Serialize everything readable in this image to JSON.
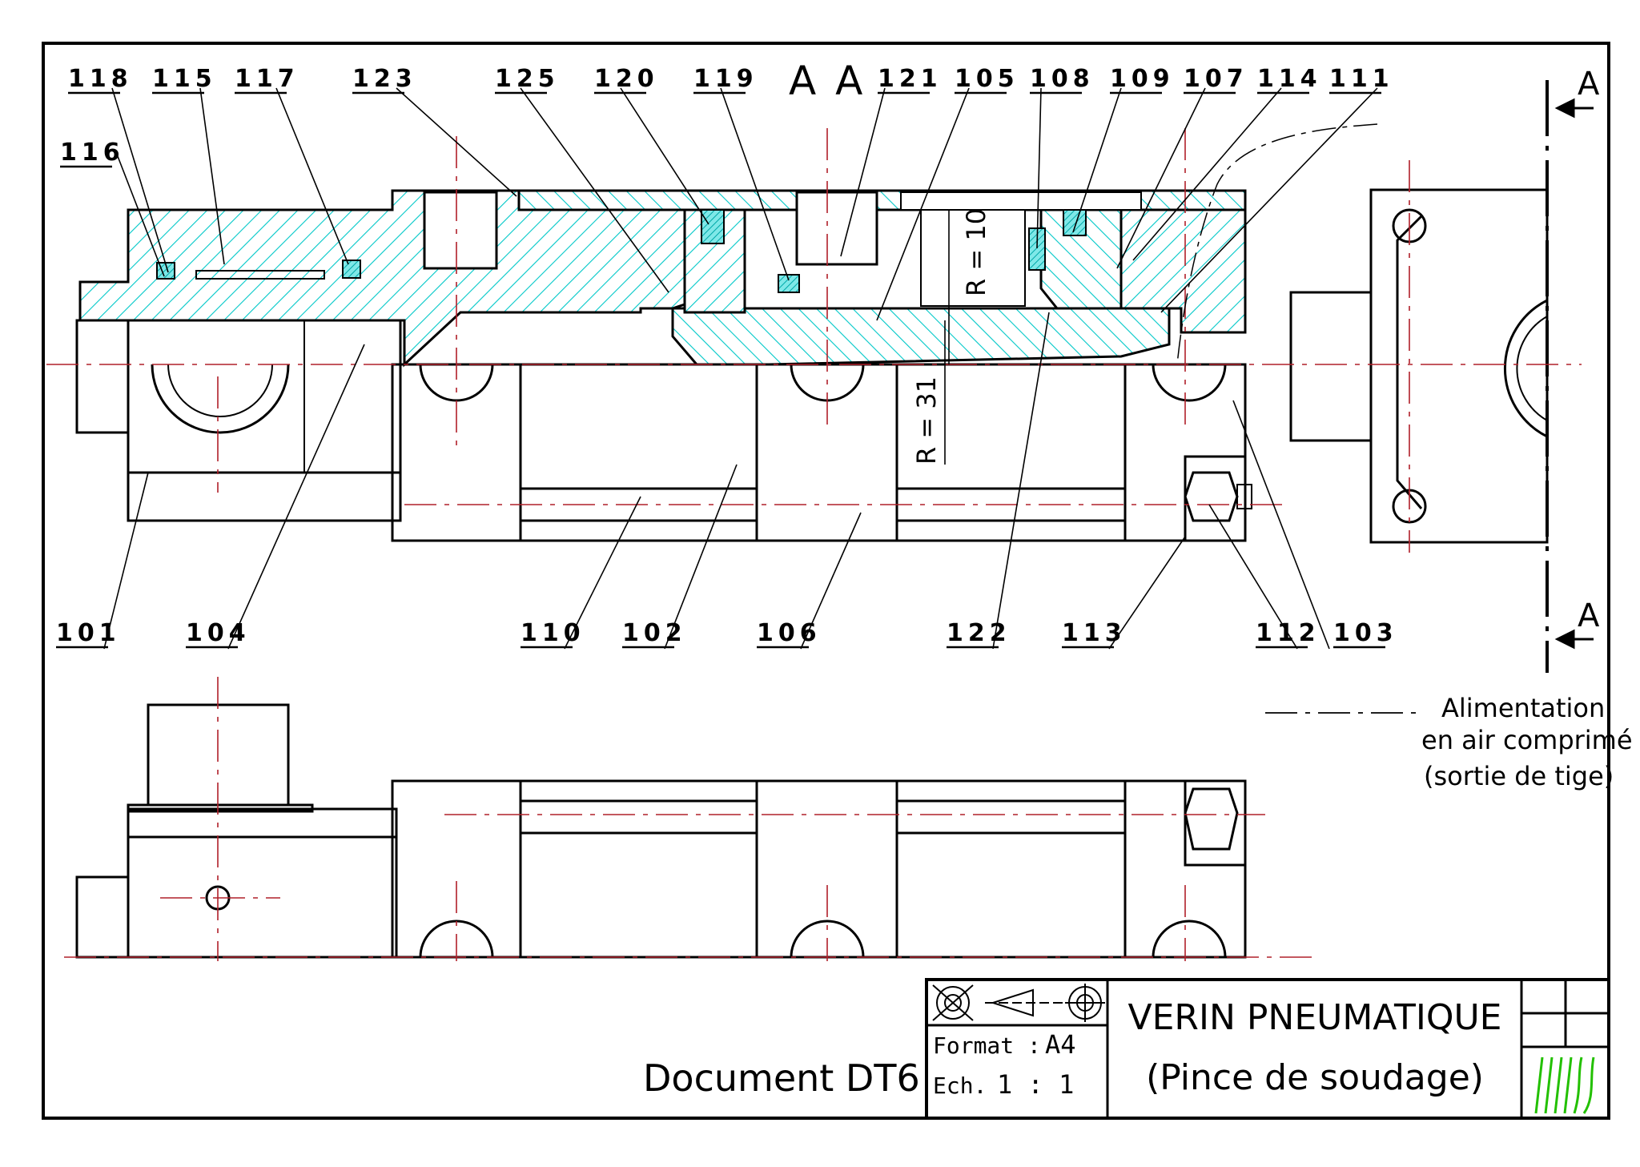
{
  "drawing": {
    "section_title": "A A",
    "section_marker": "A",
    "dimensions": [
      "R = 10",
      "R = 31"
    ],
    "note": [
      "Alimentation",
      "en air comprimé",
      "(sortie de tige)"
    ],
    "document": "Document DT6",
    "title_block": {
      "title": "VERIN PNEUMATIQUE",
      "subtitle": "(Pince de soudage)",
      "format_label": "Format :",
      "format_value": "A4",
      "scale_label": "Ech.",
      "scale_value": "1 : 1"
    },
    "top_labels": [
      "118",
      "115",
      "117",
      "123",
      "125",
      "120",
      "119",
      "121",
      "105",
      "108",
      "109",
      "107",
      "114",
      "111"
    ],
    "left_label": "116",
    "bottom_labels": [
      "101",
      "104",
      "110",
      "102",
      "106",
      "122",
      "113",
      "112",
      "103"
    ]
  },
  "colors": {
    "hatch": "#00c8c8",
    "axis": "#b0202a",
    "logo": "#22c000",
    "line": "#000000"
  }
}
